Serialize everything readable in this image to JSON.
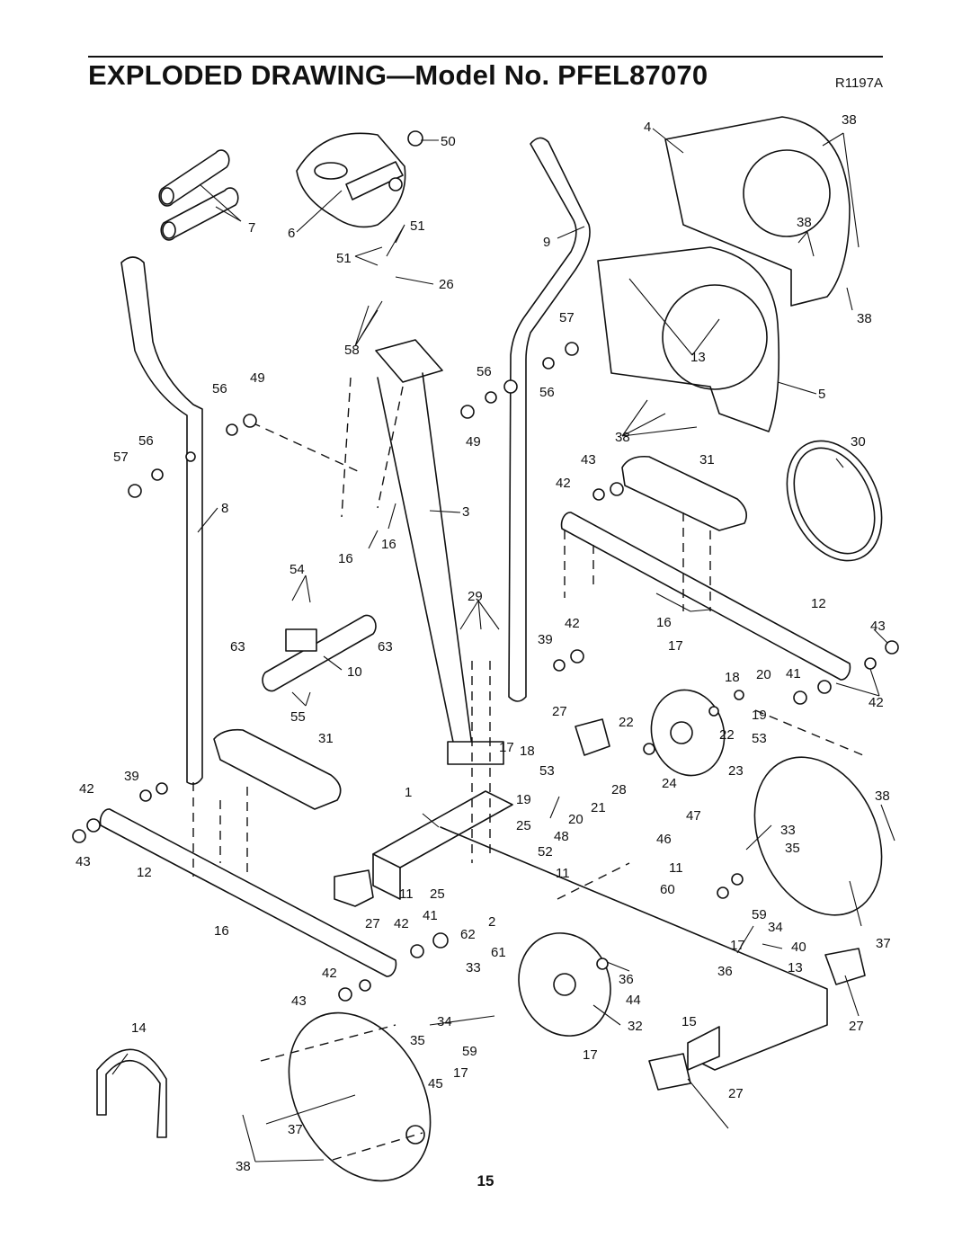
{
  "header": {
    "title": "EXPLODED DRAWING—Model No. PFEL87070",
    "drawing_code": "R1197A"
  },
  "footer": {
    "page_number": "15"
  },
  "callouts": [
    "1",
    "2",
    "3",
    "4",
    "5",
    "6",
    "7",
    "8",
    "9",
    "10",
    "11",
    "12",
    "13",
    "14",
    "15",
    "16",
    "17",
    "18",
    "19",
    "20",
    "21",
    "22",
    "23",
    "24",
    "25",
    "26",
    "27",
    "28",
    "29",
    "30",
    "31",
    "32",
    "33",
    "34",
    "35",
    "36",
    "37",
    "38",
    "39",
    "40",
    "41",
    "42",
    "43",
    "44",
    "45",
    "46",
    "47",
    "48",
    "49",
    "50",
    "51",
    "52",
    "53",
    "54",
    "55",
    "56",
    "57",
    "58",
    "59",
    "60",
    "61",
    "62",
    "63"
  ]
}
